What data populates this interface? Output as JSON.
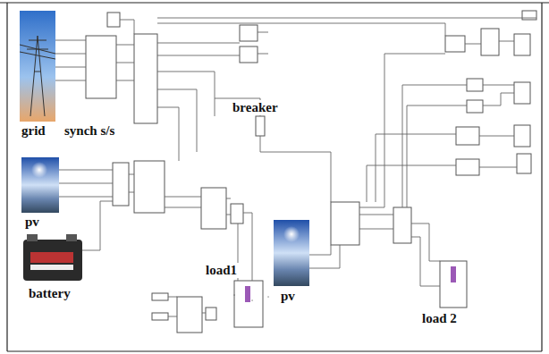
{
  "diagram": {
    "labels": [
      "grid",
      "synch s/s",
      "breaker",
      "pv",
      "battery",
      "load1",
      "pv",
      "load 2"
    ]
  }
}
